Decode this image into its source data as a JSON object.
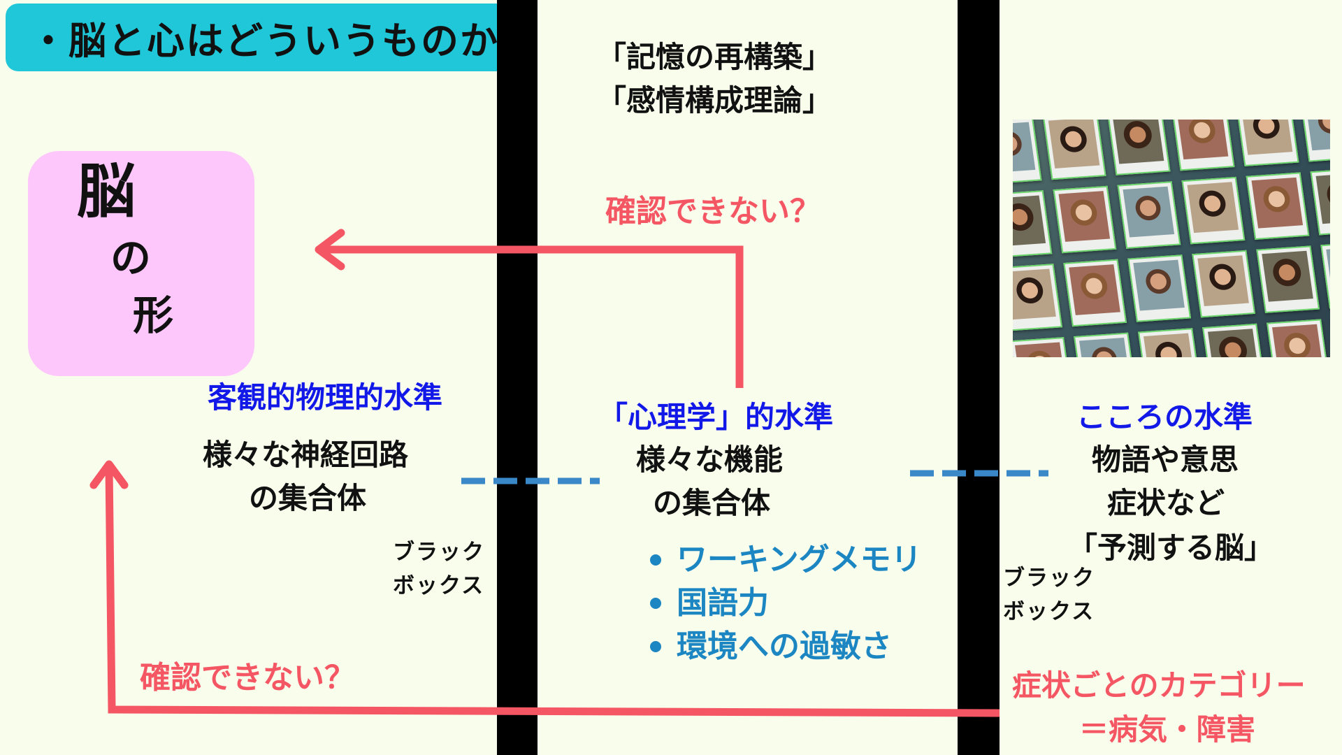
{
  "title": "・脳と心はどういうものか？",
  "brain_box": {
    "chars": [
      "脳",
      "の",
      "形"
    ]
  },
  "top_center": {
    "line1": "「記憶の再構築」",
    "line2": "「感情構成理論」"
  },
  "arrow_top_label": "確認できない？",
  "arrow_bottom_label": "確認できない？",
  "left_column": {
    "heading": "客観的物理的水準",
    "line1": "様々な神経回路",
    "line2": "の集合体",
    "blackbox_line1": "ブラック",
    "blackbox_line2": "ボックス"
  },
  "center_column": {
    "heading": "「心理学」的水準",
    "line1": "様々な機能",
    "line2": "の集合体",
    "bullets": [
      "ワーキングメモリ",
      "国語力",
      "環境への過敏さ"
    ]
  },
  "right_column": {
    "heading": "こころの水準",
    "line1": "物語や意思",
    "line2": "症状など",
    "line3": "「予測する脳」",
    "blackbox_line1": "ブラック",
    "blackbox_line2": "ボックス",
    "category_line1": "症状ごとのカテゴリー",
    "category_line2": "＝病気・障害"
  },
  "colors": {
    "background": "#f8fdec",
    "title_box": "#1fc7d8",
    "brain_box": "#fdc7fb",
    "arrow": "#f55663",
    "heading_blue": "#1118e8",
    "bullet_teal": "#1c86c3",
    "dash": "#3a88c8"
  },
  "icons": {
    "photo": "portrait-wall-photo"
  }
}
